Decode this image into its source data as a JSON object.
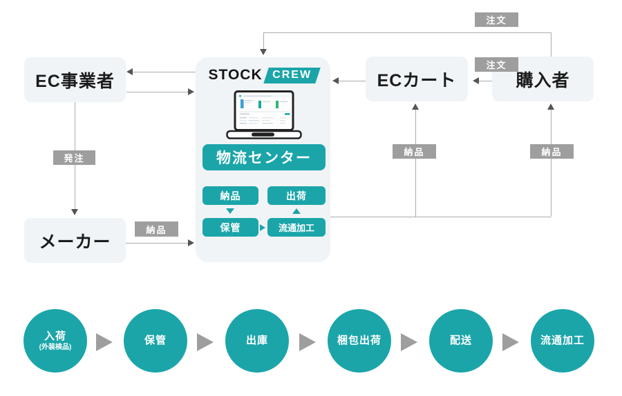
{
  "colors": {
    "teal": "#1ba5a9",
    "label_gray": "#9e9e9e",
    "line_gray": "#ababab",
    "panel_bg": "#f0f4f7",
    "arrowhead": "#555555"
  },
  "brand": {
    "stock": "STOCK",
    "crew": "CREW"
  },
  "entities": {
    "ec_operator": "EC事業者",
    "maker": "メーカー",
    "ec_cart": "ECカート",
    "purchaser": "購入者"
  },
  "panel": {
    "logistics_center": "物流センター",
    "delivery_in": "納品",
    "shipping": "出荷",
    "storage": "保管",
    "processing": "流通加工"
  },
  "edge_labels": {
    "order_to_stockcrew": "注文",
    "order_to_cart": "注文",
    "purchase_order": "発注",
    "delivery_from_maker": "納品",
    "delivery_to_cart": "納品",
    "delivery_to_purchaser": "納品"
  },
  "steps": [
    {
      "label": "入荷",
      "sub": "(外装検品)"
    },
    {
      "label": "保管"
    },
    {
      "label": "出庫"
    },
    {
      "label": "梱包出荷"
    },
    {
      "label": "配送"
    },
    {
      "label": "流通加工"
    }
  ]
}
